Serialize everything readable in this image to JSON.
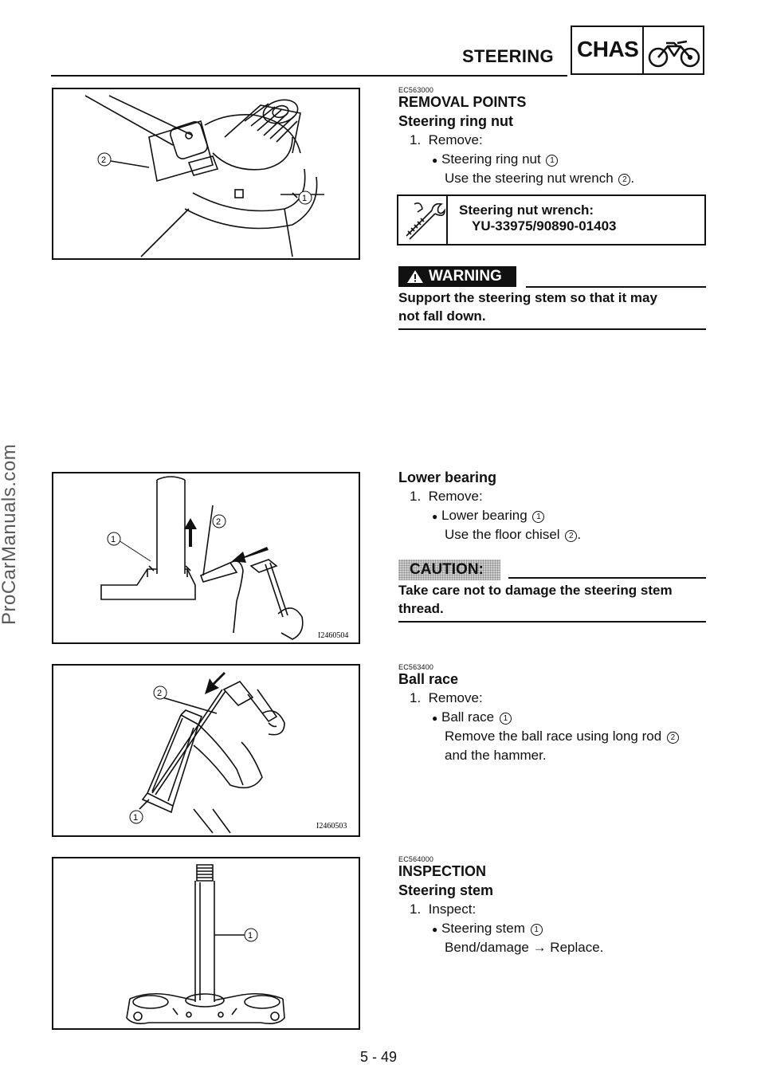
{
  "header": {
    "section_title": "STEERING",
    "chapter": "CHAS",
    "chapter_icon": "motorcycle-icon"
  },
  "sidebar_watermark": "ProCarManuals.com",
  "sections": [
    {
      "code": "EC563000",
      "heading": "REMOVAL POINTS",
      "subheading": "Steering ring nut",
      "step": "1.",
      "action": "Remove:",
      "item": "Steering ring nut",
      "item_ref": "1",
      "detail_text": "Use the steering nut wrench",
      "detail_ref": "2",
      "detail_tail": "."
    },
    {
      "subheading": "Lower bearing",
      "step": "1.",
      "action": "Remove:",
      "item": "Lower bearing",
      "item_ref": "1",
      "detail_text": "Use the floor chisel",
      "detail_ref": "2",
      "detail_tail": "."
    },
    {
      "code": "EC563400",
      "subheading": "Ball race",
      "step": "1.",
      "action": "Remove:",
      "item": "Ball race",
      "item_ref": "1",
      "detail_line1_text": "Remove the ball race using long rod",
      "detail_line1_ref": "2",
      "detail_line2": "and the hammer."
    },
    {
      "code": "EC564000",
      "heading": "INSPECTION",
      "subheading": "Steering stem",
      "step": "1.",
      "action": "Inspect:",
      "item": "Steering stem",
      "item_ref": "1",
      "detail": "Bend/damage → Replace."
    }
  ],
  "tool": {
    "name": "Steering nut wrench:",
    "part_no": "YU-33975/90890-01403",
    "icon": "wrench-icon"
  },
  "warning": {
    "label": "WARNING",
    "line1": "Support the steering stem so that it may",
    "line2": "not fall down."
  },
  "caution": {
    "label": "CAUTION:",
    "line1": "Take care not to damage the steering stem",
    "line2": "thread."
  },
  "figures": {
    "fig1": {
      "callouts": [
        "1",
        "2"
      ]
    },
    "fig2": {
      "callouts": [
        "1",
        "2"
      ],
      "code": "I2460504"
    },
    "fig3": {
      "callouts": [
        "1",
        "2"
      ],
      "code": "I2460503"
    },
    "fig4": {
      "callouts": [
        "1"
      ]
    }
  },
  "footer": {
    "page": "5 - 49"
  }
}
